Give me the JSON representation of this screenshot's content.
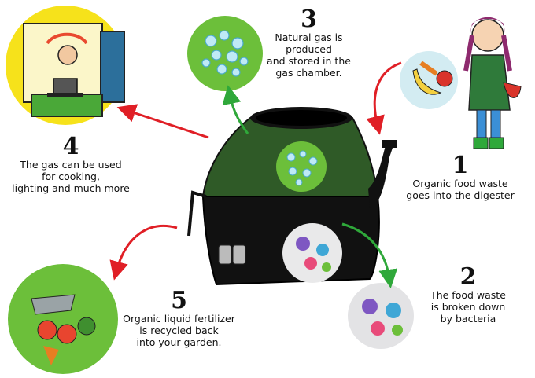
{
  "steps": [
    {
      "number": "1",
      "text": "Organic food waste\ngoes into the digester"
    },
    {
      "number": "2",
      "text": "The food waste\nis broken down\nby bacteria"
    },
    {
      "number": "3",
      "text": "Natural gas is\nproduced\nand stored in the\ngas chamber."
    },
    {
      "number": "4",
      "text": "The gas can be used\nfor cooking,\nlighting and much more"
    },
    {
      "number": "5",
      "text": "Organic liquid fertilizer\nis recycled back\ninto your garden."
    }
  ],
  "colors": {
    "green": "#6cbf3a",
    "dark_green": "#2f5a27",
    "black": "#111111",
    "red_arrow": "#e01f26",
    "green_arrow": "#2fa83a",
    "yellow": "#f6e21b",
    "bubble": "#7fd3e8"
  }
}
